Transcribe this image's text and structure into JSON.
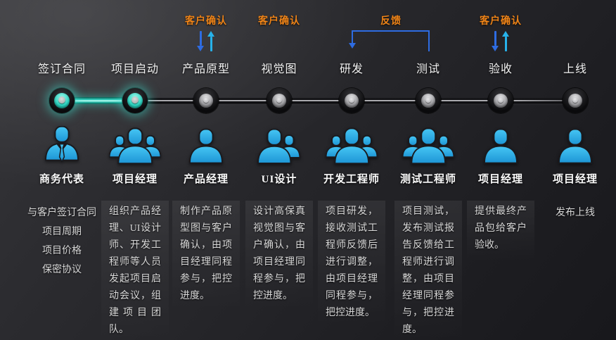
{
  "diagram_title": "",
  "labels": {
    "confirm": "客户确认",
    "feedback": "反馈"
  },
  "colors": {
    "accent_orange": "#ef8418",
    "arrow_blue": "#2e6ce2",
    "arrow_cyan": "#27b2ea",
    "active_teal": "#3fe0cd",
    "icon_blue": "#2faae2",
    "background_dark": "#232327",
    "text_light": "#f2f2f2"
  },
  "stages": [
    {
      "name": "签订合同",
      "active": true,
      "confirm": "",
      "role": "商务代表",
      "icon": "person-tie-icon",
      "desc": "与客户签订合同\n项目周期\n项目价格\n保密协议"
    },
    {
      "name": "项目启动",
      "active": true,
      "confirm": "",
      "role": "项目经理",
      "icon": "people-group-icon",
      "desc": "组织产品经理、UI设计师、开发工程师等人员发起项目启动会议，组建项目团队。"
    },
    {
      "name": "产品原型",
      "active": false,
      "confirm": "客户确认",
      "role": "产品经理",
      "icon": "person-icon",
      "desc": "制作产品原型图与客户确认，由项目经理同程参与，把控进度。"
    },
    {
      "name": "视觉图",
      "active": false,
      "confirm": "客户确认",
      "role": "UI设计",
      "icon": "people-pair-icon",
      "desc": "设计高保真视觉图与客户确认，由项目经理同程参与，把控进度。"
    },
    {
      "name": "研发",
      "active": false,
      "confirm": "",
      "role": "开发工程师",
      "icon": "people-group-icon",
      "desc": "项目研发，接收测试工程师反馈后进行调整，由项目经理同程参与，把控进度。"
    },
    {
      "name": "测试",
      "active": false,
      "confirm": "",
      "role": "测试工程师",
      "icon": "people-group-icon",
      "desc": "项目测试，发布测试报告反馈给工程师进行调整，由项目经理同程参与，把控进度。"
    },
    {
      "name": "验收",
      "active": false,
      "confirm": "客户确认",
      "role": "项目经理",
      "icon": "person-icon",
      "desc": "提供最终产品包给客户验收。"
    },
    {
      "name": "上线",
      "active": false,
      "confirm": "",
      "role": "项目经理",
      "icon": "person-icon",
      "desc": "发布上线"
    }
  ],
  "feedback_arrow": {
    "label": "反馈",
    "from_stage": "测试",
    "to_stage": "研发"
  }
}
